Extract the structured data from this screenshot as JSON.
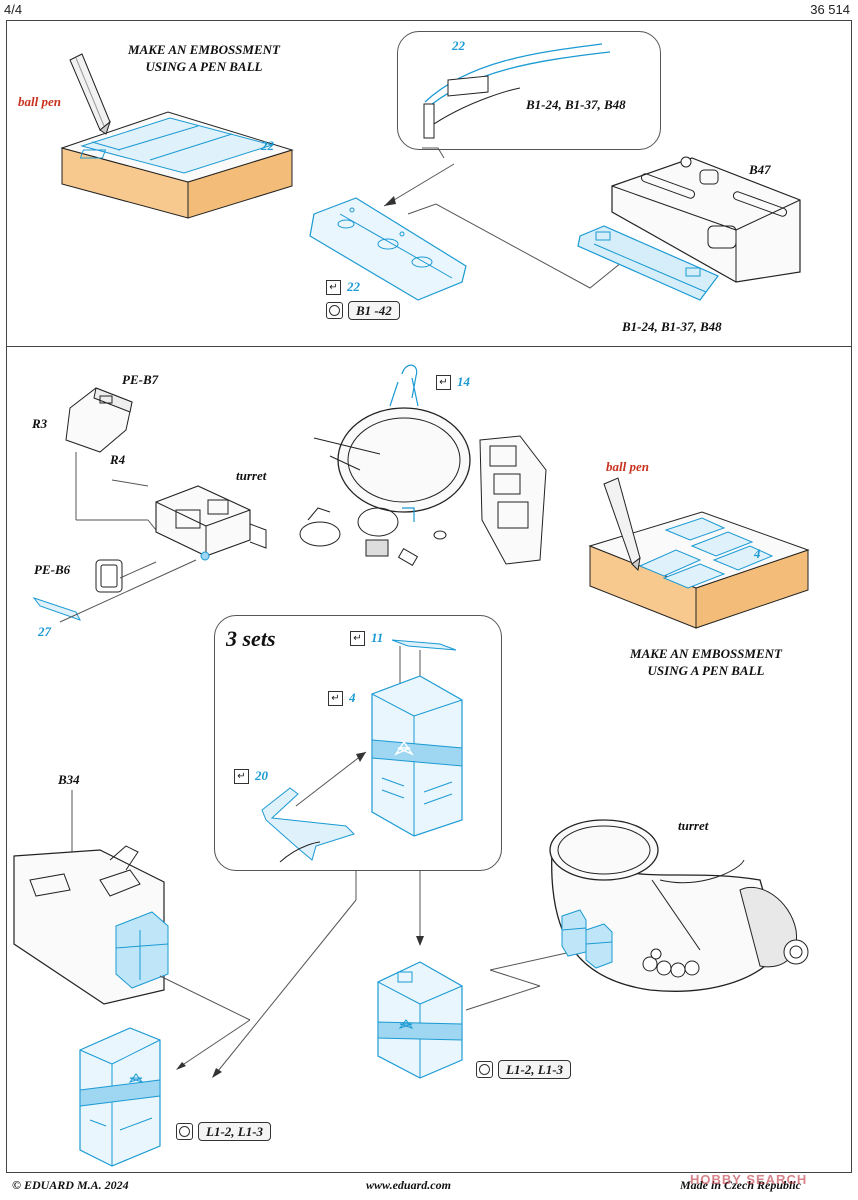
{
  "page": {
    "number": "4/4",
    "catalog": "36 514"
  },
  "top_left": {
    "title_line1": "MAKE AN EMBOSSMENT",
    "title_line2": "USING A PEN BALL",
    "tool": "ball pen",
    "part": "22"
  },
  "top_callout": {
    "part": "22",
    "refs": "B1-24, B1-37, B48"
  },
  "top_center": {
    "part": "22",
    "ref": "B1 -42"
  },
  "top_right": {
    "part": "B47",
    "refs": "B1-24, B1-37, B48"
  },
  "mid_left": {
    "pe1": "PE-B7",
    "r3": "R3",
    "r4": "R4",
    "turret": "turret",
    "pe2": "PE-B6",
    "part": "27"
  },
  "mid_center": {
    "part": "14"
  },
  "mid_right": {
    "tool": "ball pen",
    "part": "4",
    "title_line1": "MAKE AN EMBOSSMENT",
    "title_line2": "USING A PEN BALL"
  },
  "sets_box": {
    "title": "3 sets",
    "p11": "11",
    "p4": "4",
    "p20": "20"
  },
  "bottom_left": {
    "part": "B34",
    "ref": "L1-2, L1-3"
  },
  "bottom_center": {
    "ref": "L1-2, L1-3"
  },
  "bottom_right": {
    "turret": "turret"
  },
  "footer": {
    "copyright": "© EDUARD  M.A. 2024",
    "website": "www.eduard.com",
    "origin": "Made in Czech Republic"
  },
  "watermark": "HOBBY SEARCH",
  "colors": {
    "part_blue": "#1b9ad3",
    "ball_pen_red": "#c8321e",
    "base_orange": "#f7c98e"
  }
}
